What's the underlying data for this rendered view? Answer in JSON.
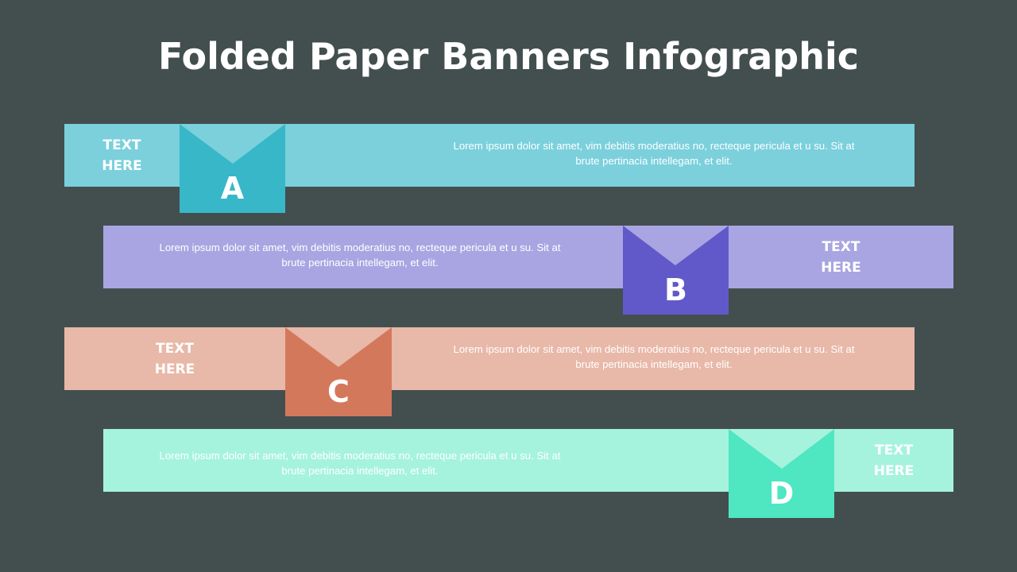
{
  "title": "Folded Paper Banners Infographic",
  "colors": {
    "background": "#434f4f",
    "a_light": "#7bd0dc",
    "a_dark": "#38b7c8",
    "b_light": "#a9a5e2",
    "b_dark": "#6159c9",
    "c_light": "#e8b8a8",
    "c_dark": "#d4785c",
    "d_light": "#a6f3dd",
    "d_dark": "#4fe6c2"
  },
  "banners": [
    {
      "letter": "A",
      "label_line1": "TEXT",
      "label_line2": "HERE",
      "description": "Lorem ipsum dolor sit amet, vim debitis moderatius no, recteque pericula et u su. Sit at brute pertinacia intellegam, et elit."
    },
    {
      "letter": "B",
      "label_line1": "TEXT",
      "label_line2": "HERE",
      "description": "Lorem ipsum dolor sit amet, vim debitis moderatius no, recteque pericula et u su. Sit at brute pertinacia intellegam, et elit."
    },
    {
      "letter": "C",
      "label_line1": "TEXT",
      "label_line2": "HERE",
      "description": "Lorem ipsum dolor sit amet, vim debitis moderatius no, recteque pericula et u su. Sit at brute pertinacia intellegam, et elit."
    },
    {
      "letter": "D",
      "label_line1": "TEXT",
      "label_line2": "HERE",
      "description": "Lorem ipsum dolor sit amet, vim debitis moderatius no, recteque pericula et u su. Sit at brute pertinacia intellegam, et elit."
    }
  ]
}
